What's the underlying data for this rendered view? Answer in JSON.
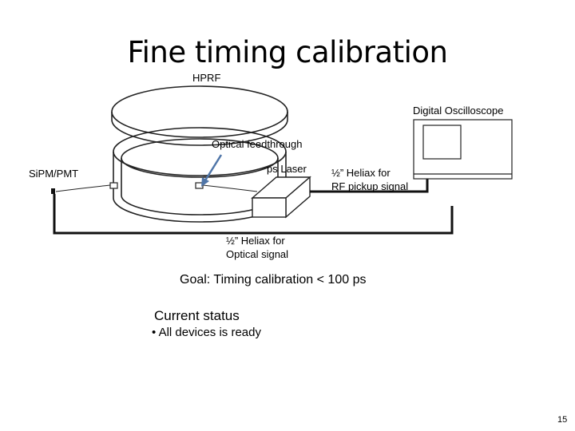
{
  "title": "Fine timing calibration",
  "labels": {
    "hprf": "HPRF",
    "oscilloscope": "Digital Oscilloscope",
    "feedthrough": "Optical feedthrough",
    "sipm": "SiPM/PMT",
    "laser": "ps Laser",
    "heliax_rf_line1": "½” Heliax for",
    "heliax_rf_line2": "RF pickup signal",
    "heliax_opt_line1": "½” Heliax for",
    "heliax_opt_line2": "Optical signal"
  },
  "goal": "Goal: Timing calibration < 100 ps",
  "status": {
    "heading": "Current status",
    "items": [
      "• All devices is ready"
    ]
  },
  "page_number": "15"
}
